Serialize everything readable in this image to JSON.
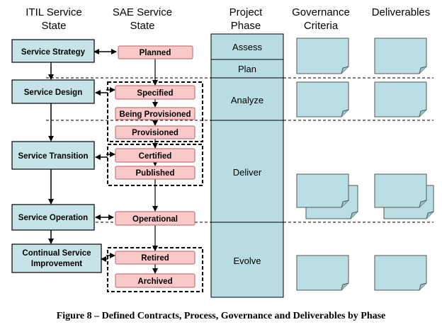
{
  "headers": {
    "itil": [
      "ITIL Service",
      "State"
    ],
    "sae": [
      "SAE Service",
      "State"
    ],
    "phase": [
      "Project",
      "Phase"
    ],
    "governance": [
      "Governance",
      "Criteria"
    ],
    "deliverables": "Deliverables"
  },
  "itil_states": [
    "Service Strategy",
    "Service Design",
    "Service Transition",
    "Service Operation",
    "Continual Service",
    "Improvement"
  ],
  "sae_states": [
    "Planned",
    "Specified",
    "Being Provisioned",
    "Provisioned",
    "Certified",
    "Published",
    "Operational",
    "Retired",
    "Archived"
  ],
  "phases": [
    "Assess",
    "Plan",
    "Analyze",
    "Deliver",
    "Evolve"
  ],
  "caption": "Figure 8 – Defined Contracts, Process, Governance and Deliverables by Phase",
  "colors": {
    "itil_fill": "#c6e4e8",
    "sae_fill": "#f9c8c8",
    "sae_stroke": "#c8787a",
    "phase_fill": "#b7dde2",
    "doc_fill": "#b9dee4"
  }
}
